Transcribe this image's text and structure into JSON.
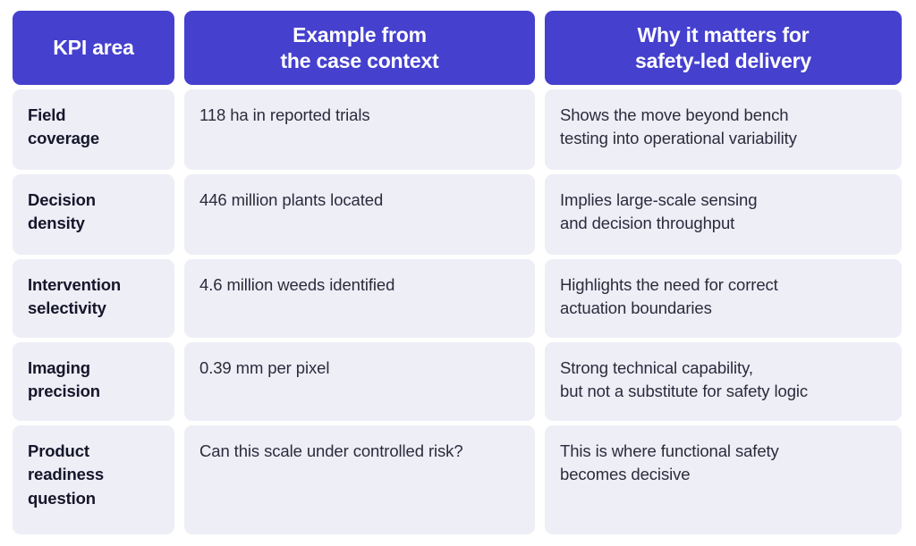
{
  "table": {
    "columns": [
      {
        "id": "kpi-area",
        "label": "KPI area"
      },
      {
        "id": "example",
        "label": "Example from\nthe case context"
      },
      {
        "id": "why-it-matters",
        "label": "Why it matters for\nsafety-led delivery"
      }
    ],
    "rows": [
      {
        "kpi": "Field\ncoverage",
        "example": "118 ha in reported trials",
        "why": "Shows the move beyond bench\ntesting into operational variability"
      },
      {
        "kpi": "Decision\ndensity",
        "example": "446 million plants located",
        "why": "Implies large-scale sensing\nand decision throughput"
      },
      {
        "kpi": "Intervention\nselectivity",
        "example": "4.6 million weeds identified",
        "why": "Highlights the need for correct\nactuation boundaries"
      },
      {
        "kpi": "Imaging\nprecision",
        "example": "0.39 mm per pixel",
        "why": "Strong technical capability,\nbut not a substitute for safety logic"
      },
      {
        "kpi": "Product\nreadiness\nquestion",
        "example": "Can this scale under controlled risk?",
        "why": "This is where functional safety\nbecomes decisive"
      }
    ]
  },
  "colors": {
    "header_background": "#4540CE",
    "header_text": "#FFFFFF",
    "cell_background": "#EEEEF7",
    "kpi_text": "#16162B",
    "body_text": "#2B2B3C",
    "page_background": "#FFFFFF"
  }
}
